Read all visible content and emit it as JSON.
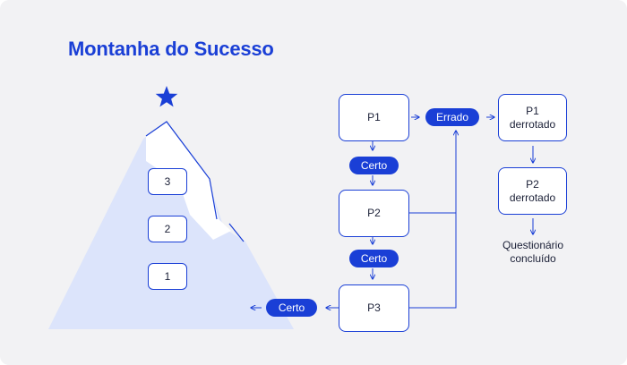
{
  "title": "Montanha do Sucesso",
  "colors": {
    "accent": "#1a3fd6",
    "mountain": "#dce4fb",
    "background": "#f2f2f4"
  },
  "mountain": {
    "icon": "star-icon",
    "steps": [
      {
        "label": "3"
      },
      {
        "label": "2"
      },
      {
        "label": "1"
      }
    ]
  },
  "flow": {
    "boxes": {
      "p1": "P1",
      "p2": "P2",
      "p3": "P3",
      "p1_defeated": "P1\nderrotado",
      "p2_defeated": "P2\nderrotado"
    },
    "labels": {
      "correct_1": "Certo",
      "correct_2": "Certo",
      "correct_3": "Certo",
      "wrong": "Errado"
    },
    "completed": "Questionário\nconcluído"
  }
}
